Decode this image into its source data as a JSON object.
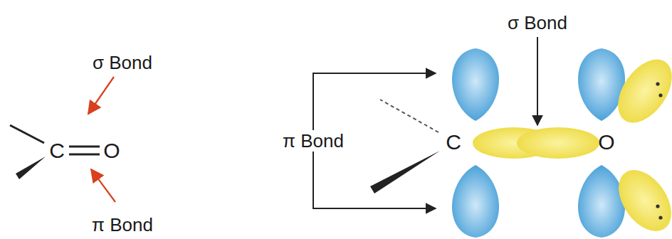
{
  "diagram": {
    "labels": [
      "σ Bond",
      "C",
      "O",
      "π Bond",
      "σ Bond",
      "π Bond",
      "C",
      "O"
    ]
  }
}
